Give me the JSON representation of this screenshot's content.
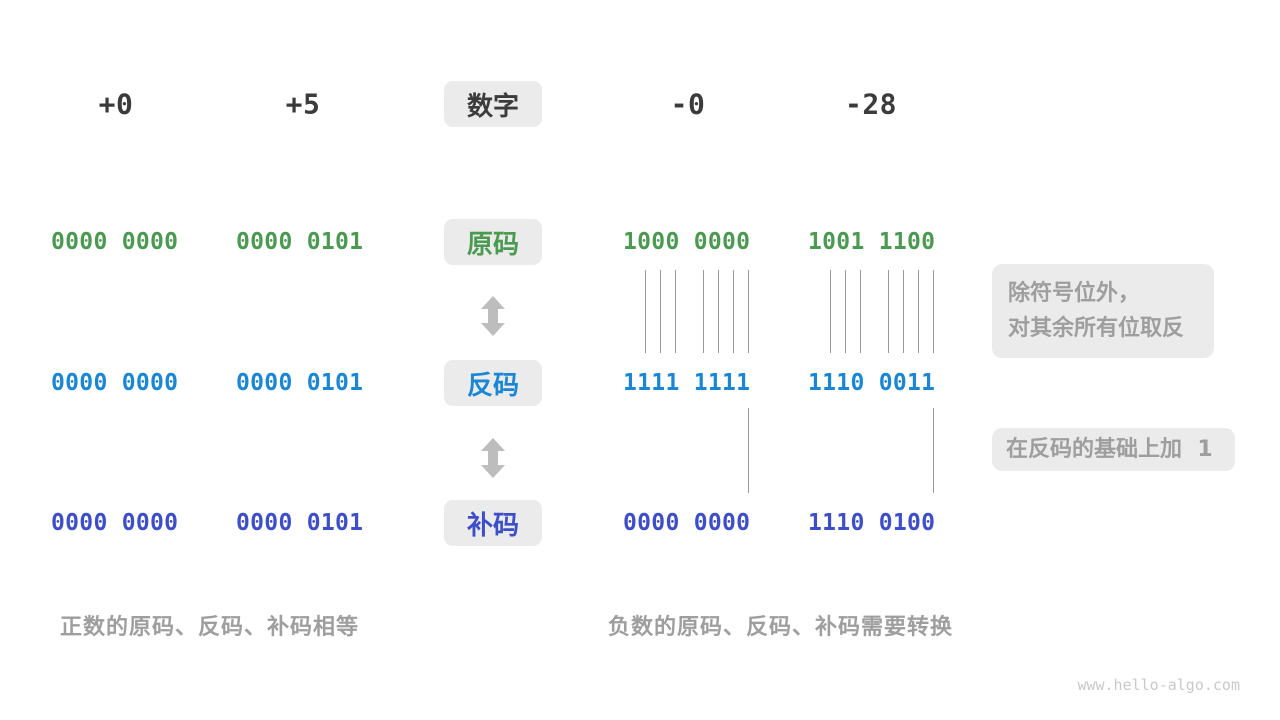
{
  "palette": {
    "sign_magnitude_green": "#4c9a52",
    "ones_complement_blue": "#1b86d4",
    "twos_complement_indigo": "#3e4ec8",
    "number_dark": "#3b3b3b",
    "note_gray": "#9e9e9e",
    "box_background": "#ebebeb",
    "arrow_gray": "#bdbdbd",
    "connector_line_gray": "#999999",
    "watermark_gray": "#c9c9c9"
  },
  "header": {
    "numbers": [
      "+0",
      "+5",
      "-0",
      "-28"
    ],
    "label": "数字"
  },
  "rows": [
    {
      "key": "sign-magnitude",
      "label": "原码",
      "values": [
        "0000 0000",
        "0000 0101",
        "1000 0000",
        "1001 1100"
      ]
    },
    {
      "key": "ones-complement",
      "label": "反码",
      "values": [
        "0000 0000",
        "0000 0101",
        "1111 1111",
        "1110 0011"
      ]
    },
    {
      "key": "twos-complement",
      "label": "补码",
      "values": [
        "0000 0000",
        "0000 0101",
        "0000 0000",
        "1110 0100"
      ]
    }
  ],
  "annotations": {
    "invert_line1": "除符号位外，",
    "invert_line2": "对其余所有位取反",
    "add_one": "在反码的基础上加  1"
  },
  "captions": {
    "positive": "正数的原码、反码、补码相等",
    "negative": "负数的原码、反码、补码需要转换"
  },
  "watermark": "www.hello-algo.com"
}
